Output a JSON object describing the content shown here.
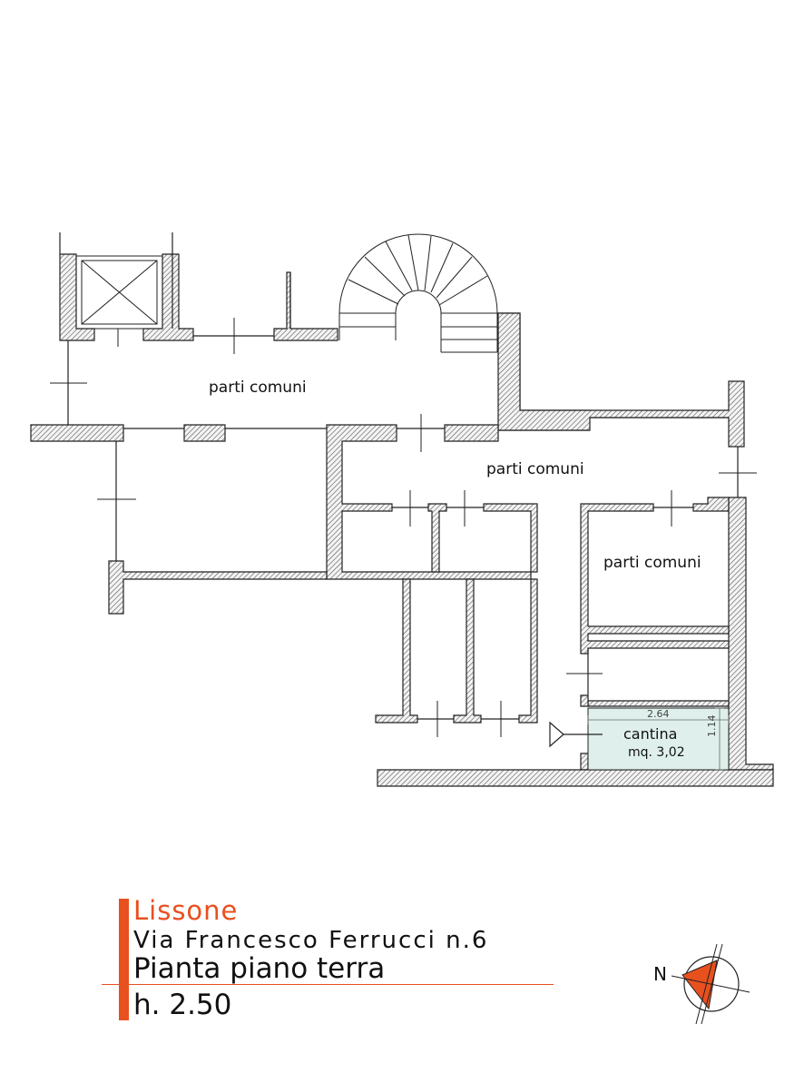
{
  "rooms": {
    "common_1": "parti comuni",
    "common_2": "parti comuni",
    "common_3": "parti comuni"
  },
  "cantina": {
    "name": "cantina",
    "area": "mq. 3,02",
    "width_label": "2.64",
    "depth_label": "1.14"
  },
  "title_block": {
    "city": "Lissone",
    "address": "Via Francesco Ferrucci n.6",
    "plan_name": "Pianta piano terra",
    "height": "h. 2.50"
  },
  "compass": {
    "letter": "N"
  },
  "colors": {
    "accent": "#e8501e",
    "wall": "#3a3a3a",
    "cantina_fill": "#dff0ec",
    "line": "#222222"
  }
}
